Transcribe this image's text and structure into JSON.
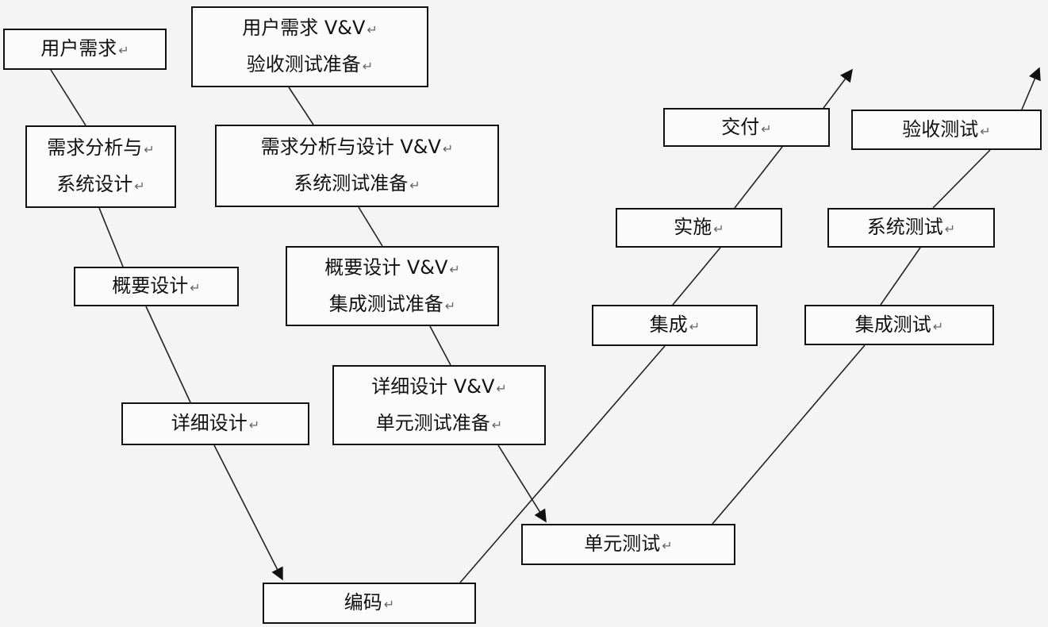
{
  "return_mark": "↵",
  "dev_phases": [
    {
      "lines": [
        "用户需求"
      ]
    },
    {
      "lines": [
        "需求分析与",
        "系统设计"
      ]
    },
    {
      "lines": [
        "概要设计"
      ]
    },
    {
      "lines": [
        "详细设计"
      ]
    }
  ],
  "vv_prep": [
    {
      "lines": [
        "用户需求 V&V",
        "验收测试准备"
      ]
    },
    {
      "lines": [
        "需求分析与设计 V&V",
        "系统测试准备"
      ]
    },
    {
      "lines": [
        "概要设计 V&V",
        "集成测试准备"
      ]
    },
    {
      "lines": [
        "详细设计 V&V",
        "单元测试准备"
      ]
    }
  ],
  "coding": {
    "lines": [
      "编码"
    ]
  },
  "unit_test": {
    "lines": [
      "单元测试"
    ]
  },
  "delivery_chain": [
    {
      "lines": [
        "集成"
      ]
    },
    {
      "lines": [
        "实施"
      ]
    },
    {
      "lines": [
        "交付"
      ]
    }
  ],
  "testing_chain": [
    {
      "lines": [
        "集成测试"
      ]
    },
    {
      "lines": [
        "系统测试"
      ]
    },
    {
      "lines": [
        "验收测试"
      ]
    }
  ],
  "colors": {
    "background": "#f4f4f4",
    "box_border": "#111111",
    "line": "#222222"
  }
}
